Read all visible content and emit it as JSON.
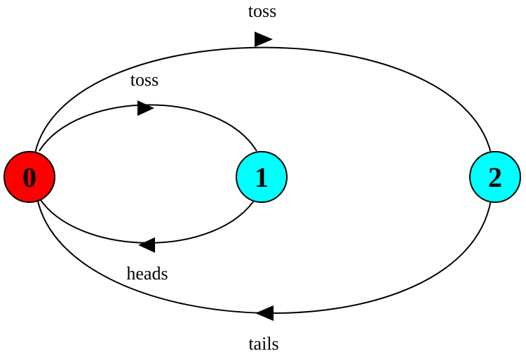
{
  "colors": {
    "background": "#ffffff",
    "line": "#000000",
    "start_state": "#ff0000",
    "other_state": "#00ffff"
  },
  "nodes": [
    {
      "id": "0",
      "label": "0",
      "color": "#ff0000"
    },
    {
      "id": "1",
      "label": "1",
      "color": "#00ffff"
    },
    {
      "id": "2",
      "label": "2",
      "color": "#00ffff"
    }
  ],
  "edges": [
    {
      "from": "0",
      "to": "1",
      "label": "toss"
    },
    {
      "from": "1",
      "to": "0",
      "label": "heads"
    },
    {
      "from": "0",
      "to": "2",
      "label": "toss"
    },
    {
      "from": "2",
      "to": "0",
      "label": "tails"
    }
  ]
}
